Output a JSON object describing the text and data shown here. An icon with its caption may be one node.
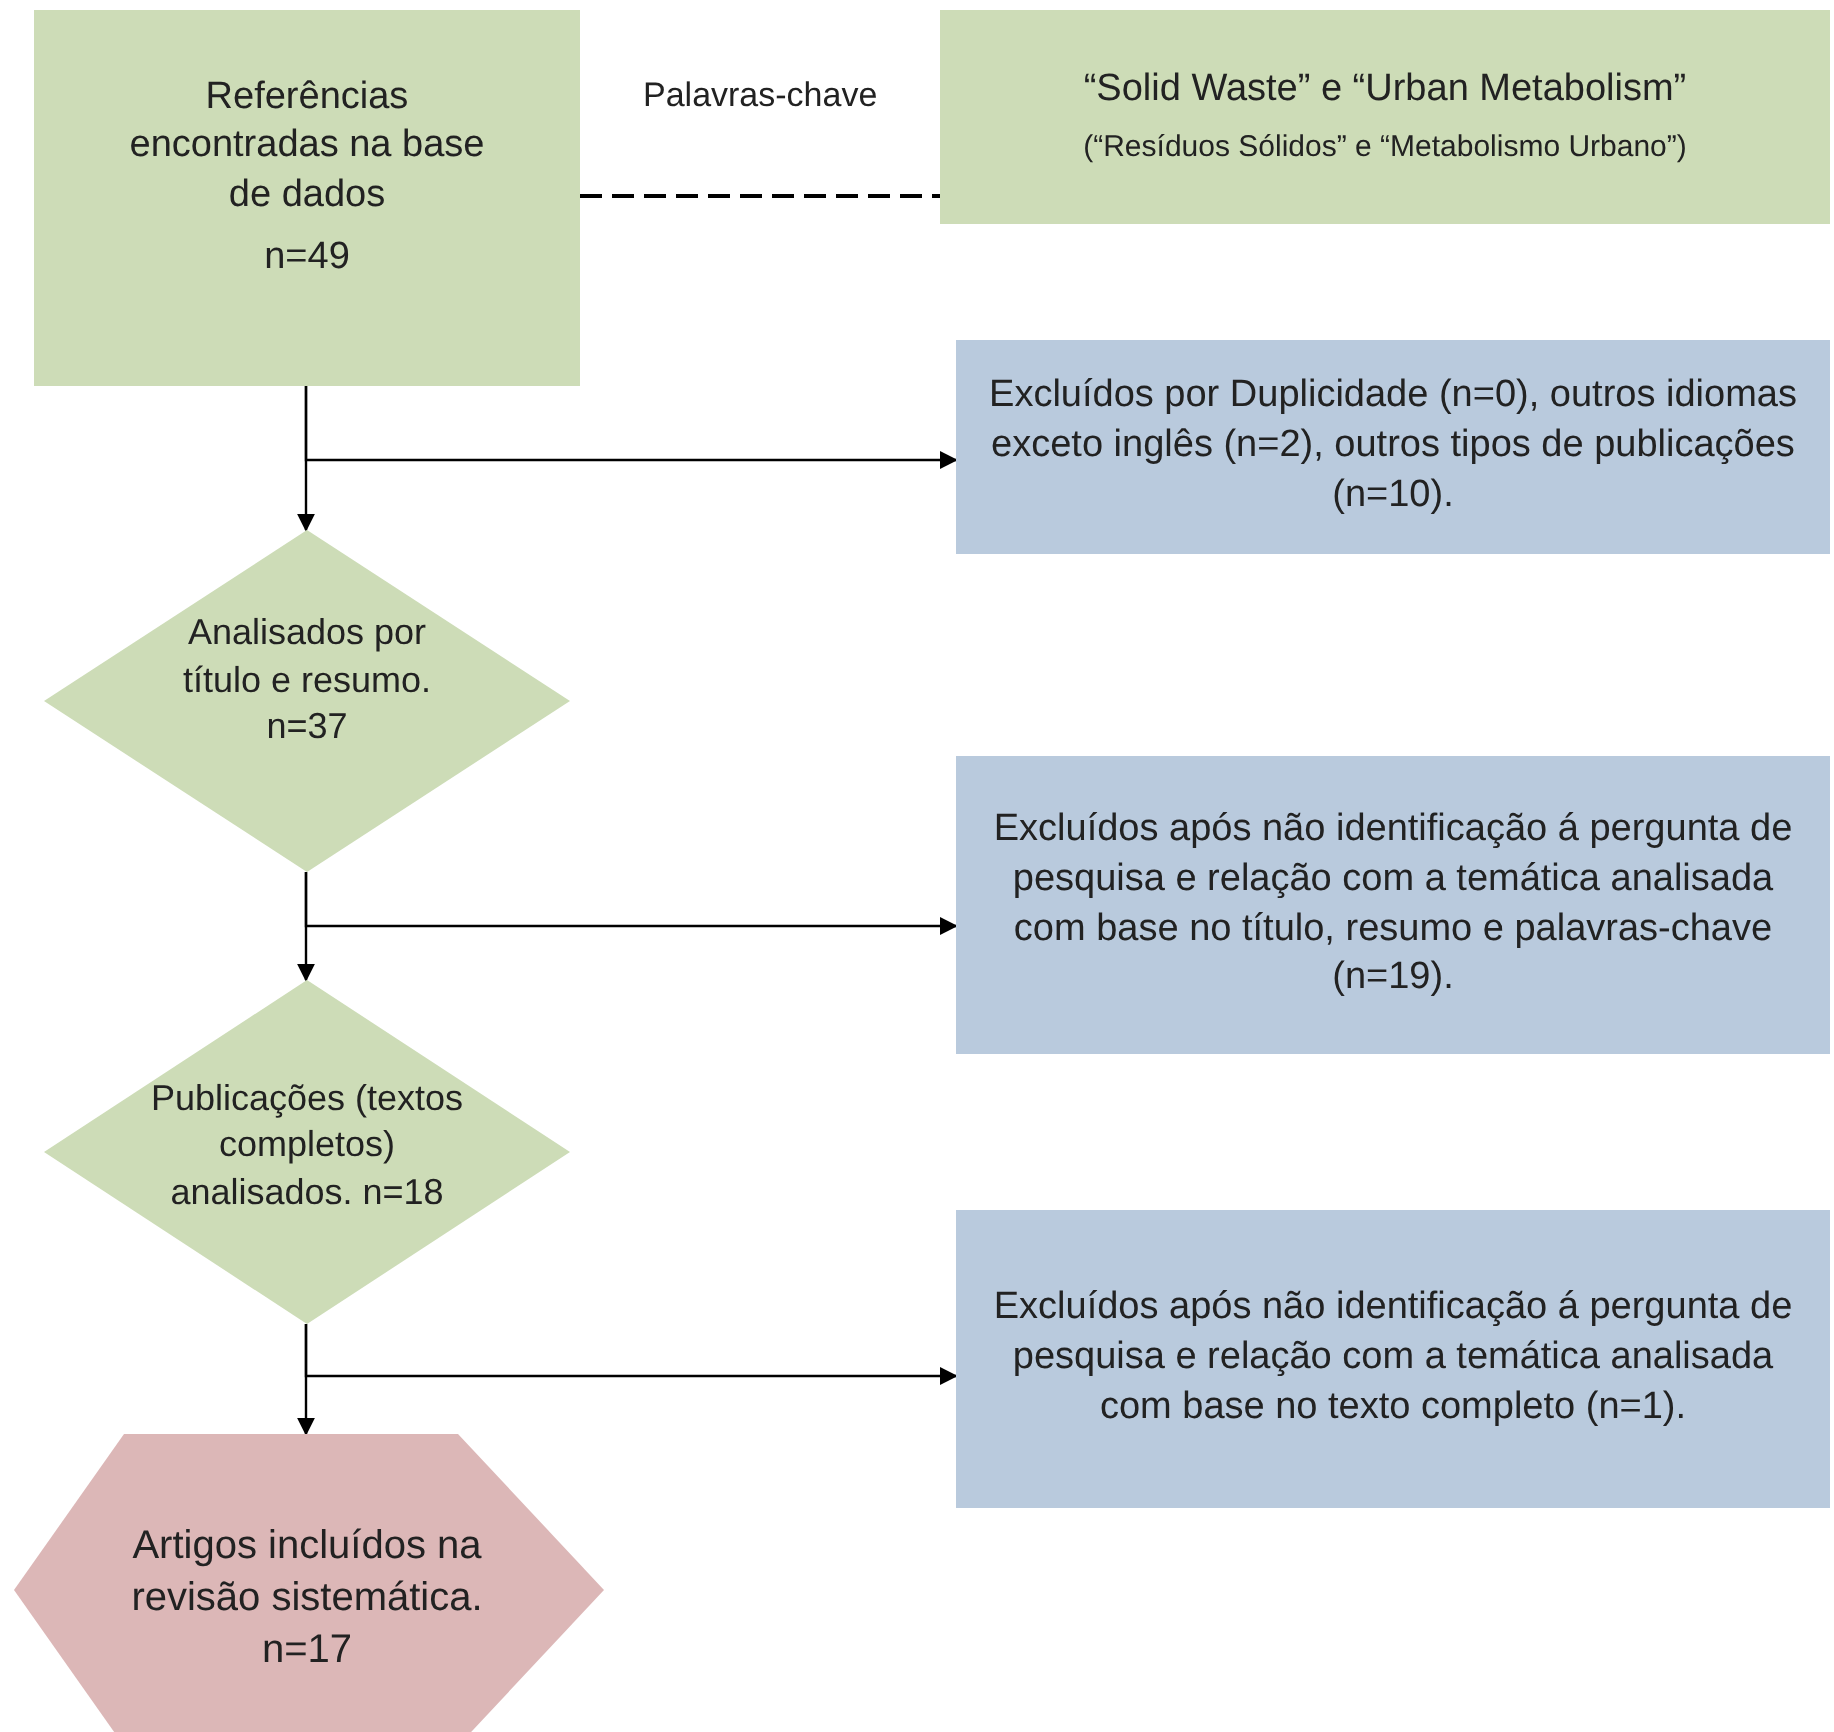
{
  "diagram": {
    "nodes": [
      {
        "text": [
          "Referências encontradas na base de dados",
          "n=49"
        ]
      },
      {
        "text": [
          "“Solid Waste” e “Urban Metabolism”",
          "(“Resíduos Sólidos” e “Metabolismo Urbano”)"
        ]
      },
      {
        "text": [
          "Excluídos por Duplicidade (n=0), outros idiomas exceto inglês (n=2), outros tipos de publicações (n=10)."
        ]
      },
      {
        "text": [
          "Analisados por título e resumo. n=37"
        ]
      },
      {
        "text": [
          "Excluídos após não identificação á pergunta de pesquisa e relação com a temática analisada com base no título, resumo e palavras-chave (n=19)."
        ]
      },
      {
        "text": [
          "Publicações (textos completos) analisados. n=18"
        ]
      },
      {
        "text": [
          "Excluídos após não identificação á pergunta de pesquisa e relação com a temática analisada com base no texto completo (n=1)."
        ]
      },
      {
        "text": [
          "Artigos incluídos na revisão sistemática. n=17"
        ]
      }
    ],
    "edges": [
      {
        "from": 0,
        "to": 1,
        "arrow": "none",
        "label": "Palavras-chave",
        "style": "dashed"
      },
      {
        "from": 0,
        "to": 3,
        "arrow": "to"
      },
      {
        "from": 0,
        "to": 2,
        "arrow": "to"
      },
      {
        "from": 3,
        "to": 5,
        "arrow": "to"
      },
      {
        "from": 3,
        "to": 4,
        "arrow": "to"
      },
      {
        "from": 5,
        "to": 7,
        "arrow": "to"
      },
      {
        "from": 5,
        "to": 6,
        "arrow": "to"
      }
    ]
  }
}
